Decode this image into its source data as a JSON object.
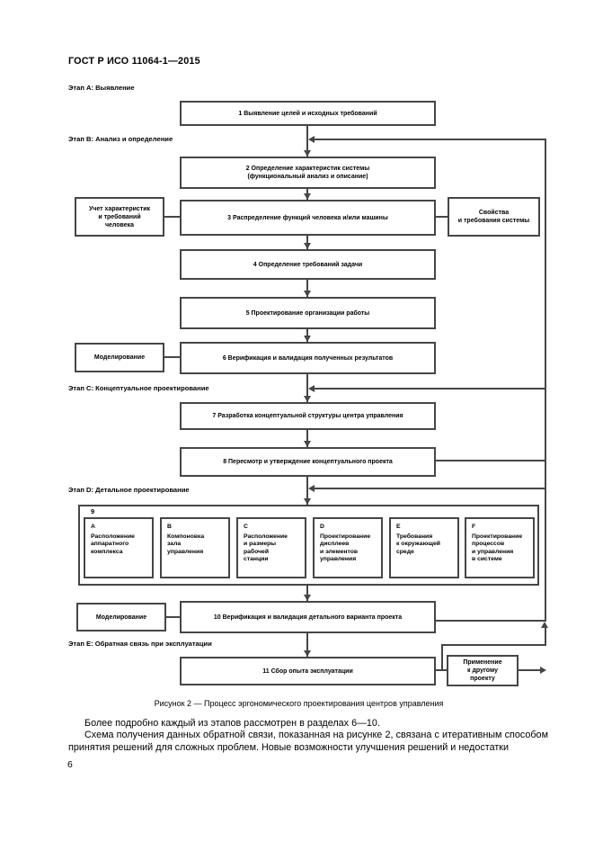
{
  "header": {
    "title": "ГОСТ Р ИСО 11064-1—2015"
  },
  "stages": {
    "a": "Этап А: Выявление",
    "b": "Этап В: Анализ и определение",
    "c": "Этап С: Концептуальное проектирование",
    "d": "Этап D: Детальное проектирование",
    "e": "Этап Е: Обратная связь при эксплуатации"
  },
  "flow": {
    "box1": "1 Выявление целей и исходных требований",
    "box2": "2 Определение характеристик системы\n(функциональный анализ и описание)",
    "box3": "3 Распределение функций человека и/или машины",
    "box4": "4 Определение требований задачи",
    "box5": "5 Проектирование организации работы",
    "box6": "6 Верификация и валидация полученных результатов",
    "box7": "7 Разработка концептуальной структуры центра управления",
    "box8": "8 Пересмотр и утверждение концептуального проекта",
    "box9_label": "9",
    "box10": "10 Верификация и валидация детального варианта проекта",
    "box11": "11 Сбор опыта эксплуатации"
  },
  "side": {
    "human": "Учет характеристик\nи требований человека",
    "system": "Свойства\nи требования системы",
    "modeling1": "Моделирование",
    "modeling2": "Моделирование",
    "other_project": "Применение\nк другому проекту"
  },
  "detail": [
    {
      "letter": "A",
      "text": "Расположение\nаппаратного\nкомплекса"
    },
    {
      "letter": "B",
      "text": "Компоновка\nзала\nуправления"
    },
    {
      "letter": "C",
      "text": "Расположение\nи размеры рабочей\nстанции"
    },
    {
      "letter": "D",
      "text": "Проектирование\nдисплеев\nи элементов\nуправления"
    },
    {
      "letter": "E",
      "text": "Требования\nк окружающей\nсреде"
    },
    {
      "letter": "F",
      "text": "Проектирование\nпроцессов\nи управления\nв системе"
    }
  ],
  "figure": {
    "caption": "Рисунок 2 — Процесс эргономического проектирования центров управления"
  },
  "body": {
    "paragraph1": "Более подробно каждый из этапов рассмотрен в разделах 6—10.",
    "paragraph2": "Схема получения данных обратной связи, показанная на рисунке 2, связана с итеративным способом принятия решений для сложных проблем. Новые возможности улучшения решений и недостатки"
  },
  "footer": {
    "page_number": "6"
  },
  "colors": {
    "line": "#464646",
    "text": "#000000",
    "background": "#ffffff"
  }
}
